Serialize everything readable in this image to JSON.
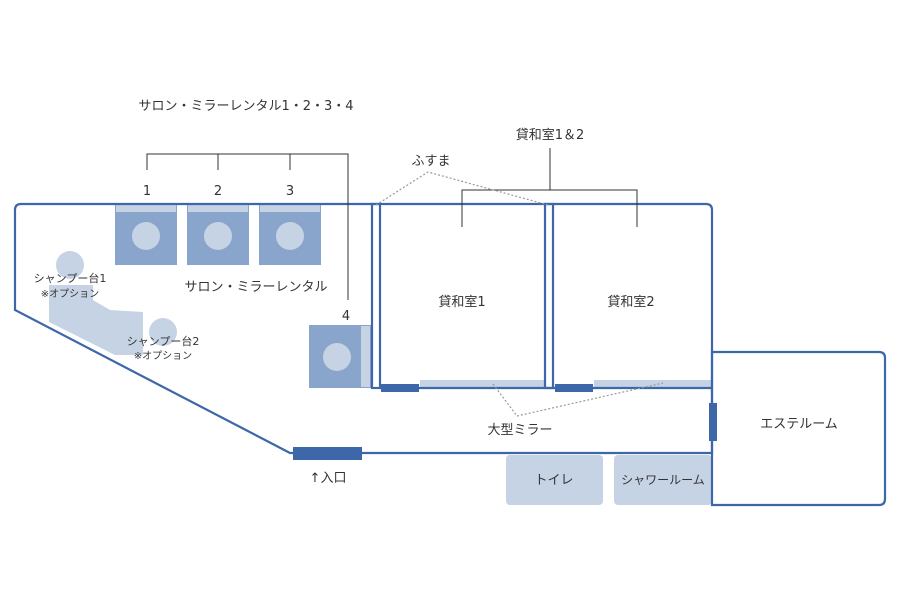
{
  "title": "サロン・ミラーレンタル1・2・3・4",
  "chairs": {
    "n1": "1",
    "n2": "2",
    "n3": "3",
    "n4": "4"
  },
  "salon_label": "サロン・ミラーレンタル",
  "shampoo1": {
    "name": "シャンプー台1",
    "note": "※オプション"
  },
  "shampoo2": {
    "name": "シャンプー台2",
    "note": "※オプション"
  },
  "washitsu_group": "貸和室1＆2",
  "fusuma": "ふすま",
  "room1": "貸和室1",
  "room2": "貸和室2",
  "mirror": "大型ミラー",
  "esthe": "エステルーム",
  "toilet": "トイレ",
  "shower": "シャワールーム",
  "entrance": "↑入口",
  "colors": {
    "wall": "#3d67a8",
    "chair": "#8aa5cc",
    "light": "#c6d3e5"
  }
}
